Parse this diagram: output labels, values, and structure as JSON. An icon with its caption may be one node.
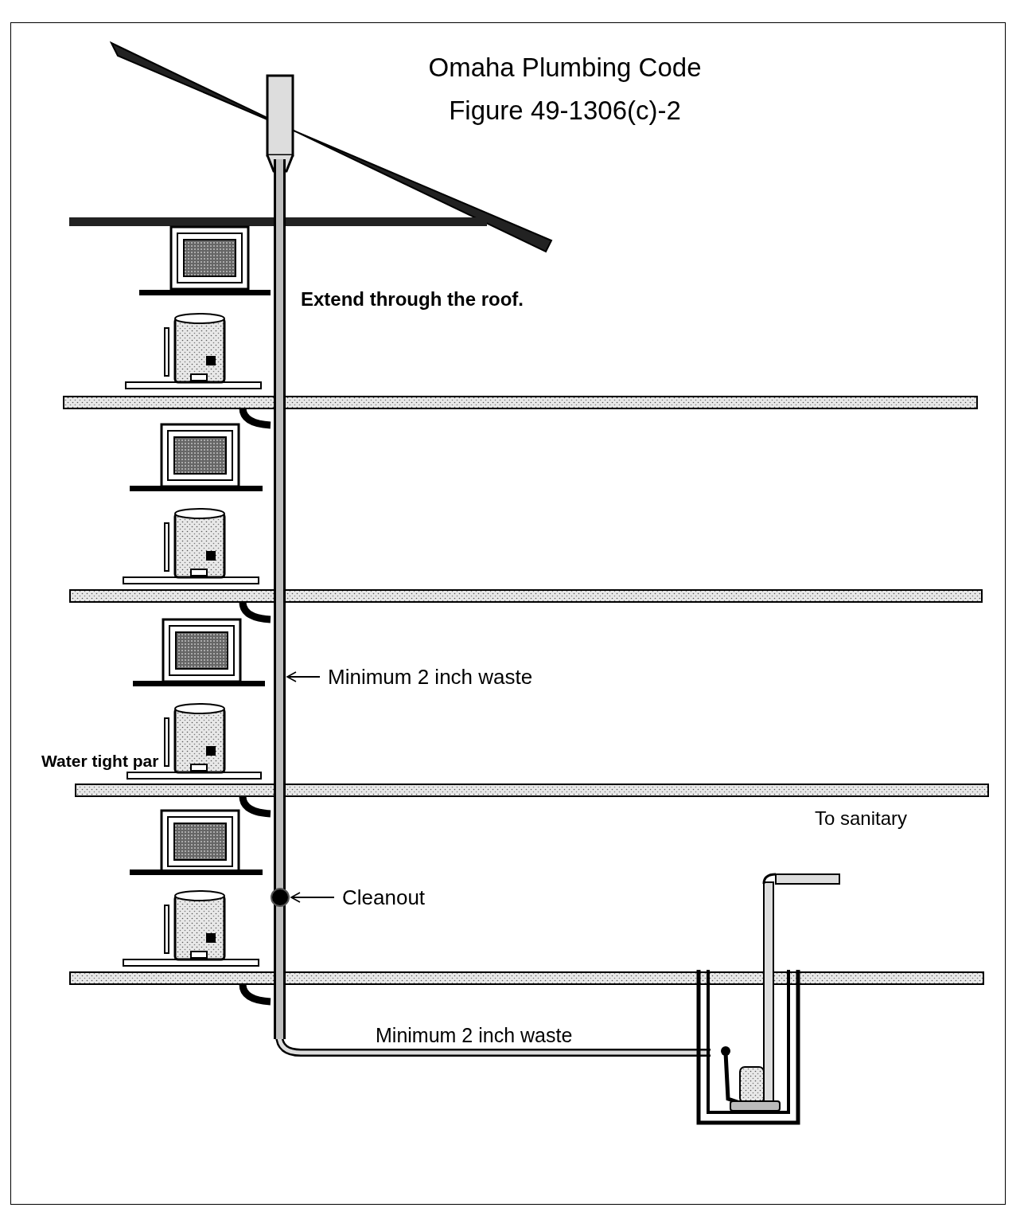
{
  "diagram": {
    "title": "Omaha Plumbing Code Figure 49-1306(c)-2",
    "nodes": [
      {
        "text": [],
        "shape": "bar"
      },
      {
        "text": [
          "Minimum 2 inch waste"
        ]
      },
      {
        "text": [],
        "shape": "circle"
      },
      {
        "text": [
          "Cleanout"
        ]
      }
    ],
    "edges": [
      {
        "from": 1,
        "to": 0,
        "arrow": "to"
      },
      {
        "from": 3,
        "to": 2,
        "arrow": "to"
      }
    ],
    "labels": [
      "Extend through the roof.",
      "Water tight par",
      "To sanitary",
      "Minimum 2 inch waste"
    ]
  }
}
